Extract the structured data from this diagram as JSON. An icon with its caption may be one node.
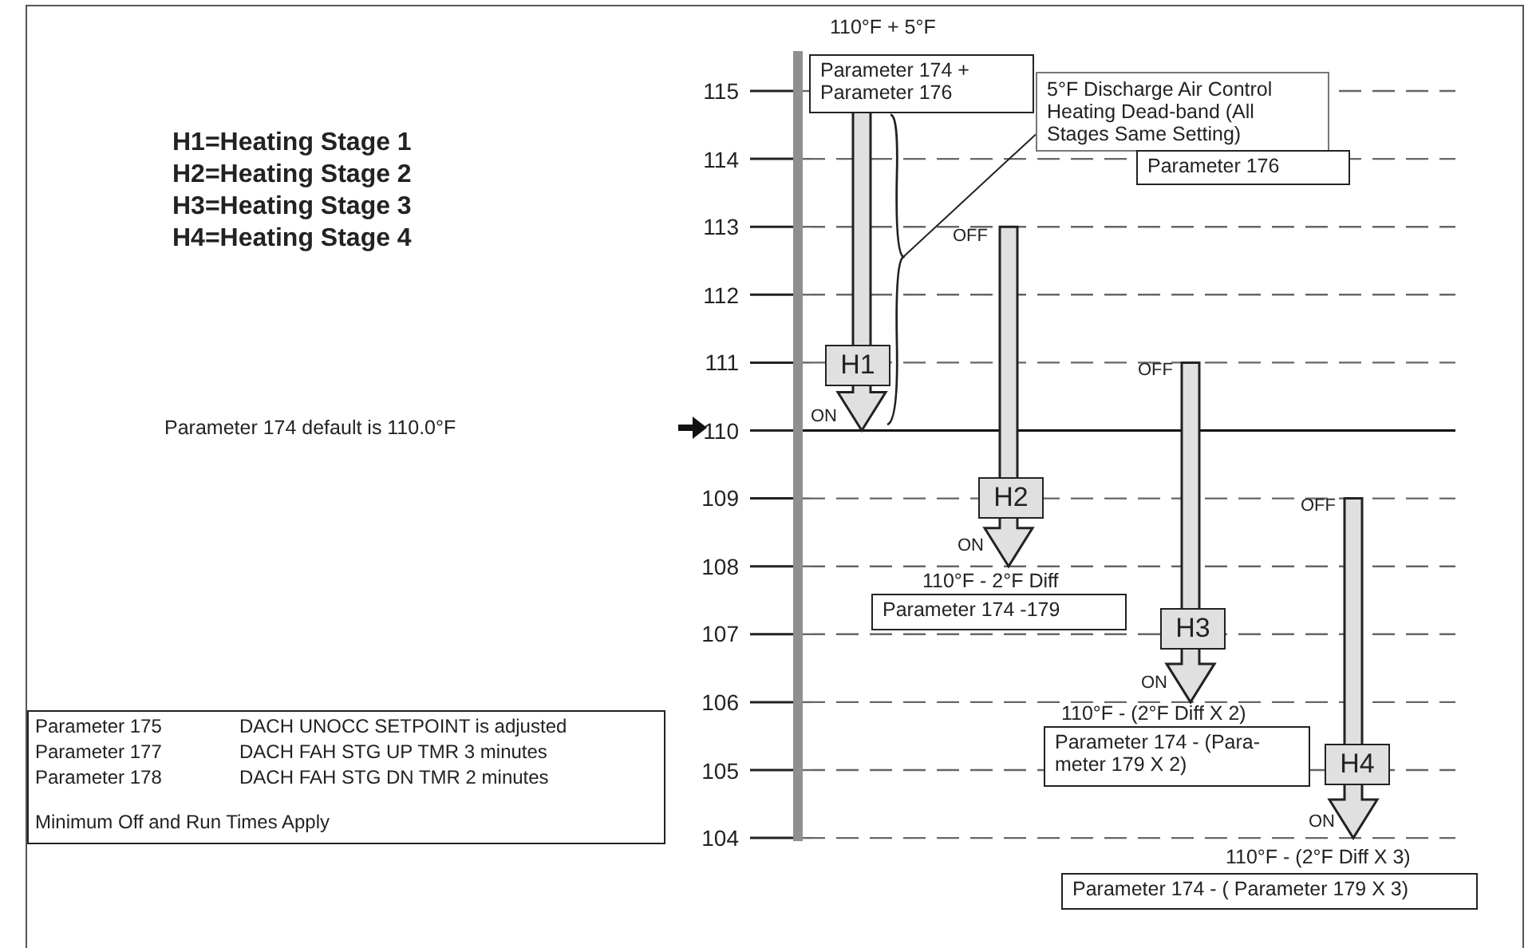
{
  "diagram": {
    "nodes": [
      {
        "text": [
          "Parameter 174 + Parameter 176"
        ],
        "beside": [
          "110°F + 5°F"
        ]
      },
      {
        "text": [
          "5°F Discharge Air Control Heating Dead-band (All Stages Same Setting)"
        ]
      },
      {
        "text": [
          "Parameter 176"
        ]
      },
      {
        "text": [
          "H1"
        ]
      },
      {
        "text": [
          "H2"
        ]
      },
      {
        "text": [
          "H3"
        ]
      },
      {
        "text": [
          "H4"
        ]
      },
      {
        "text": [
          "Parameter 174 -179"
        ],
        "beside": [
          "110°F - 2°F Diff"
        ]
      },
      {
        "text": [
          "Parameter 174 - (Para- meter 179 X 2)"
        ],
        "beside": [
          "110°F - (2°F Diff X 2)"
        ]
      },
      {
        "text": [
          "Parameter 174 - ( Parameter 179 X 3)"
        ],
        "beside": [
          "110°F - (2°F Diff X 3)"
        ]
      },
      {
        "text": [
          "Parameter 175",
          "DACH UNOCC SETPOINT is adjusted",
          "Parameter 177",
          "DACH FAH STG UP TMR 3 minutes",
          "Parameter 178",
          "DACH FAH STG DN TMR 2 minutes",
          "Minimum Off and Run Times Apply"
        ]
      },
      {
        "text": [],
        "shape": "bracket"
      }
    ],
    "edges": [
      {
        "from": 1,
        "to": 11,
        "arrow": "none"
      }
    ],
    "labels": [
      "H1=Heating Stage 1",
      "H2=Heating Stage 2",
      "H3=Heating Stage 3",
      "H4=Heating Stage 4",
      "Parameter 174 default is 110.0°F",
      "115",
      "114",
      "113",
      "112",
      "111",
      "110",
      "109",
      "108",
      "107",
      "106",
      "105",
      "104",
      "OFF",
      "ON",
      "OFF",
      "ON",
      "OFF",
      "ON",
      "ON"
    ]
  }
}
